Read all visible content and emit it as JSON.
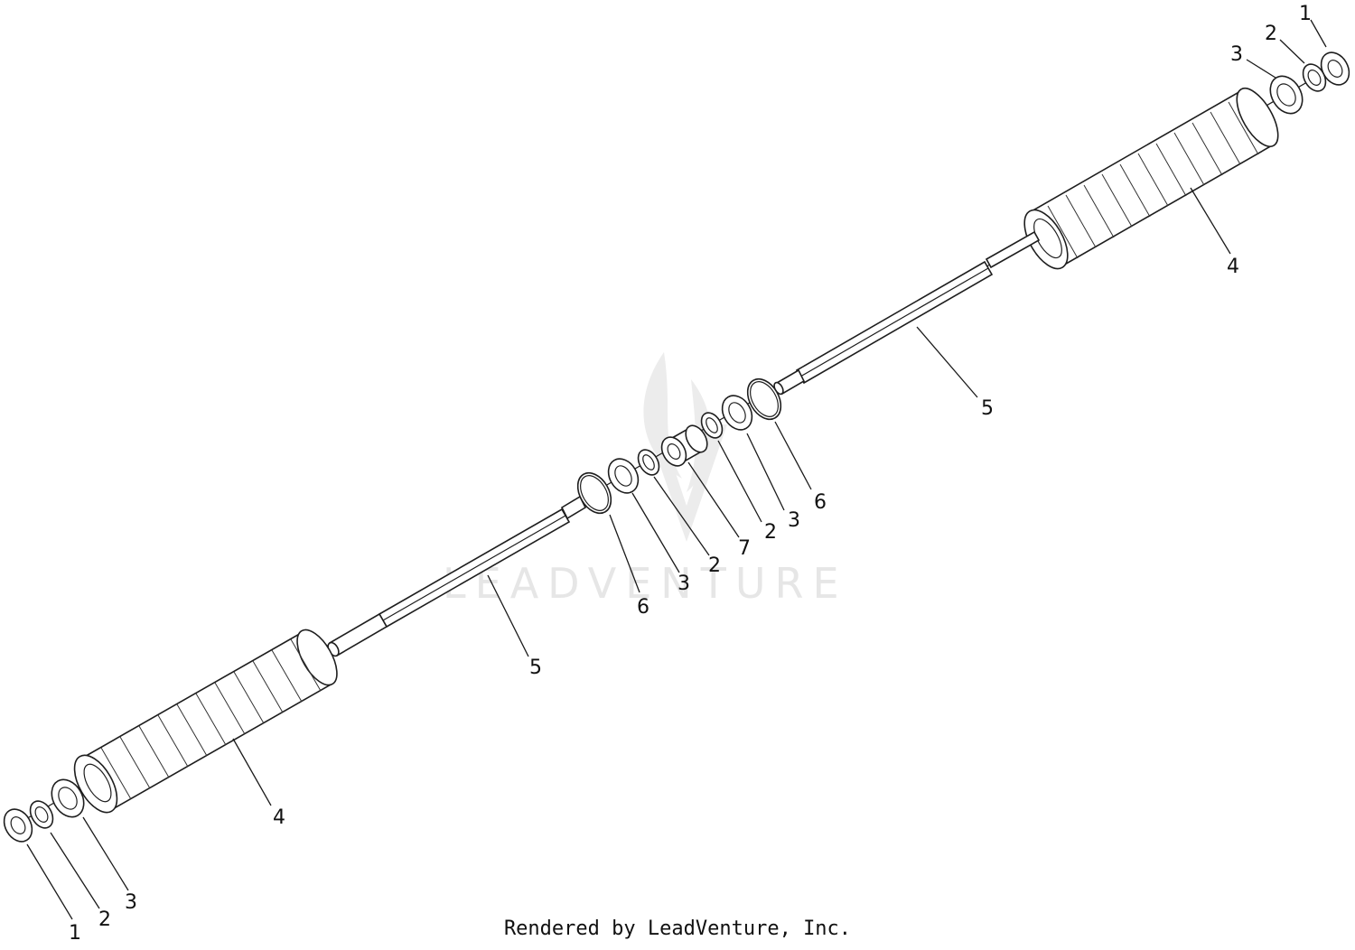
{
  "watermark": {
    "text": "LEADVENTURE"
  },
  "credit": "Rendered by LeadVenture, Inc.",
  "callouts": [
    {
      "id": "c1-top",
      "label": "1"
    },
    {
      "id": "c2-top",
      "label": "2"
    },
    {
      "id": "c3-top",
      "label": "3"
    },
    {
      "id": "c4-top",
      "label": "4"
    },
    {
      "id": "c5-right",
      "label": "5"
    },
    {
      "id": "c6-right",
      "label": "6"
    },
    {
      "id": "c3-mid-right",
      "label": "3"
    },
    {
      "id": "c2-mid-right",
      "label": "2"
    },
    {
      "id": "c7",
      "label": "7"
    },
    {
      "id": "c2-mid-left",
      "label": "2"
    },
    {
      "id": "c3-mid-left",
      "label": "3"
    },
    {
      "id": "c6-left",
      "label": "6"
    },
    {
      "id": "c5-left",
      "label": "5"
    },
    {
      "id": "c4-bottom",
      "label": "4"
    },
    {
      "id": "c3-bottom",
      "label": "3"
    },
    {
      "id": "c2-bottom",
      "label": "2"
    },
    {
      "id": "c1-bottom",
      "label": "1"
    }
  ]
}
